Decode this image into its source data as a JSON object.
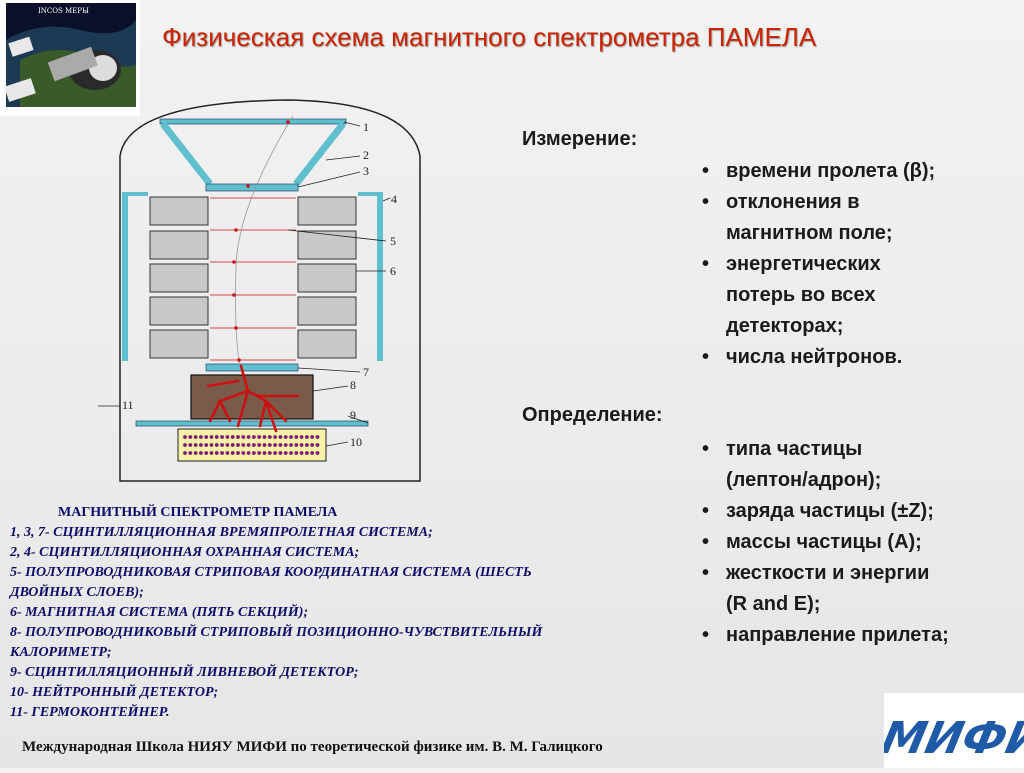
{
  "slide": {
    "title": "Физическая схема магнитного спектрометра ПАМЕЛА",
    "logo_text": "INCOS МЕРЫ",
    "footer": "Международная Школа НИЯУ МИФИ по теоретической физике им. В. М. Галицкого",
    "mifi_logo": "МИФИ"
  },
  "diagram": {
    "labels": [
      "1",
      "2",
      "3",
      "4",
      "5",
      "6",
      "7",
      "8",
      "9",
      "10",
      "11"
    ],
    "colors": {
      "scintillator": "#5fbfcf",
      "magnet": "#c8c8c8",
      "calorimeter": "#7a5a48",
      "track": "#cc1111",
      "neutron_detector": "#f7f2a6",
      "neutron_dot": "#7a1a7a"
    }
  },
  "measurement": {
    "heading": "Измерение:",
    "items": [
      [
        "•",
        " времени пролета (β);"
      ],
      [
        "•",
        " отклонения в",
        "магнитном поле;"
      ],
      [
        "•",
        " энергетических",
        "потерь во всех",
        "детекторах;"
      ],
      [
        "•",
        "числа нейтронов."
      ]
    ]
  },
  "determination": {
    "heading": "Определение:",
    "items": [
      [
        "•",
        "типа частицы",
        "(лептон/адрон);"
      ],
      [
        "•",
        "заряда частицы (±Z);"
      ],
      [
        "•",
        "массы частицы (А);"
      ],
      [
        "•",
        "жесткости и энергии",
        "(R and E);"
      ],
      [
        "•",
        "направление прилета;"
      ]
    ]
  },
  "legend": {
    "header": "МАГНИТНЫЙ СПЕКТРОМЕТР ПАМЕЛА",
    "lines": [
      "1, 3, 7- СЦИНТИЛЛЯЦИОННАЯ ВРЕМЯПРОЛЕТНАЯ СИСТЕМА;",
      "2, 4- СЦИНТИЛЛЯЦИОННАЯ ОХРАННАЯ СИСТЕМА;",
      "5- ПОЛУПРОВОДНИКОВАЯ СТРИПОВАЯ КООРДИНАТНАЯ СИСТЕМА (ШЕСТЬ",
      "ДВОЙНЫХ СЛОЕВ);",
      "6- МАГНИТНАЯ СИСТЕМА (ПЯТЬ СЕКЦИЙ);",
      "8- ПОЛУПРОВОДНИКОВЫЙ СТРИПОВЫЙ ПОЗИЦИОННО-ЧУВСТВИТЕЛЬНЫЙ",
      "КАЛОРИМЕТР;",
      "9- СЦИНТИЛЛЯЦИОННЫЙ ЛИВНЕВОЙ ДЕТЕКТОР;",
      "10- НЕЙТРОННЫЙ ДЕТЕКТОР;",
      "11- ГЕРМОКОНТЕЙНЕР."
    ]
  }
}
